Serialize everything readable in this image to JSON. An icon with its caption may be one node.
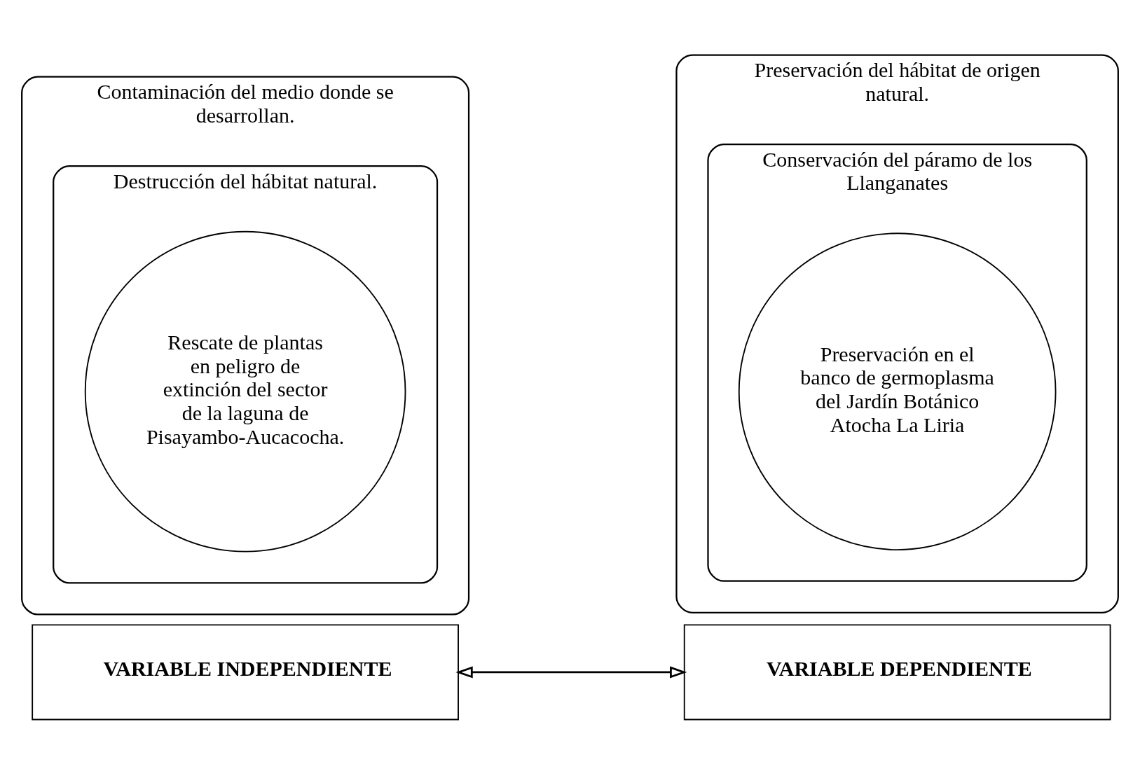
{
  "diagram": {
    "nodes": [
      {
        "text": [
          "Contaminación del medio donde se desarrollan."
        ]
      },
      {
        "text": [
          "Destrucción del hábitat natural."
        ],
        "in": 0
      },
      {
        "text": [
          "Rescate de plantas en peligro de extinción del sector de la laguna de Pisayambo-Aucacocha."
        ],
        "in": 1
      },
      {
        "text": [
          "Preservación del hábitat de origen natural."
        ]
      },
      {
        "text": [
          "Conservación del páramo de los Llanganates"
        ],
        "in": 3
      },
      {
        "text": [
          "Preservación en el banco de germoplasma del Jardín Botánico Atocha La Liria"
        ],
        "in": 4
      },
      {
        "text": [
          "VARIABLE INDEPENDIENTE"
        ]
      },
      {
        "text": [
          "VARIABLE DEPENDIENTE"
        ]
      }
    ],
    "edges": [
      {
        "from": 6,
        "to": 7,
        "arrow": "both"
      }
    ]
  }
}
